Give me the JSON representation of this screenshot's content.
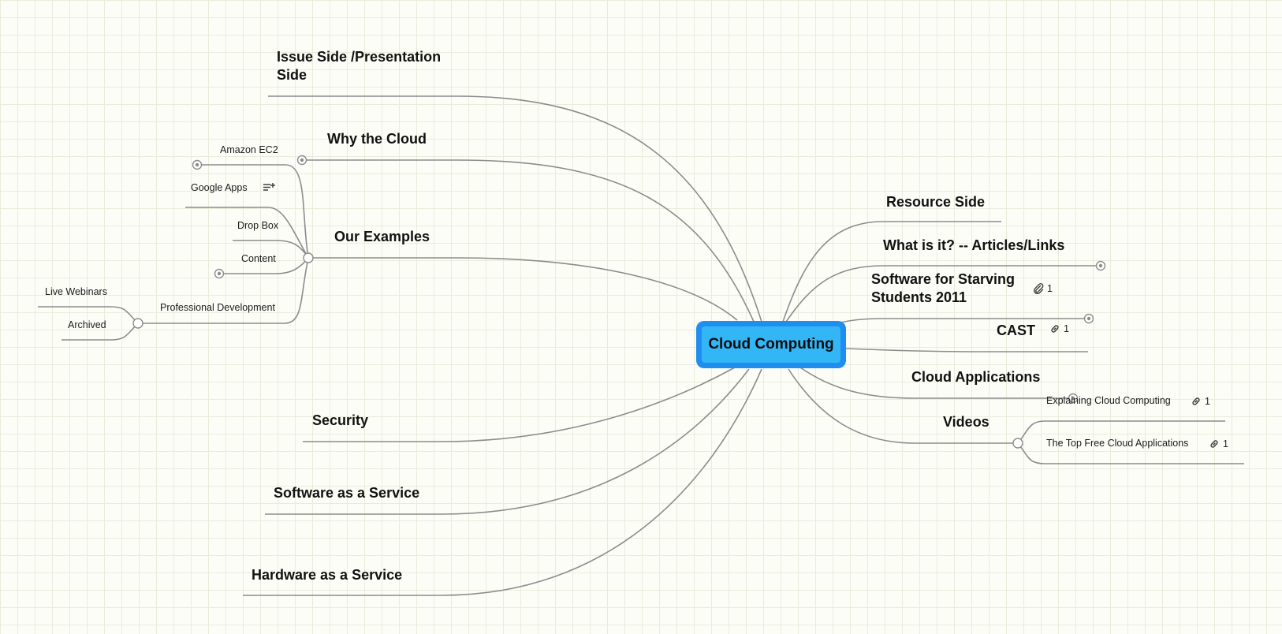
{
  "central_topic": "Cloud Computing",
  "left_topics": {
    "issue_side": "Issue Side /Presentation Side",
    "why_cloud": "Why the Cloud",
    "our_examples": {
      "label": "Our Examples",
      "children": {
        "amazon": "Amazon EC2",
        "google": "Google Apps",
        "dropbox": "Drop Box",
        "content": "Content",
        "prodev": {
          "label": "Professional Development",
          "children": {
            "webinars": "Live Webinars",
            "archived": "Archived"
          }
        }
      }
    },
    "security": "Security",
    "saas": "Software as a Service",
    "haas": "Hardware as a Service"
  },
  "right_topics": {
    "resource_side": "Resource Side",
    "what_is_it": "What is it? -- Articles/Links",
    "software_students": {
      "label": "Software for Starving Students 2011",
      "attachment_count": "1"
    },
    "cast": {
      "label": "CAST",
      "link_count": "1"
    },
    "cloud_apps": "Cloud Applications",
    "videos": {
      "label": "Videos",
      "children": {
        "explaining": {
          "label": "Explaining Cloud Computing",
          "link_count": "1"
        },
        "top_free": {
          "label": "The Top Free Cloud Applications",
          "link_count": "1"
        }
      }
    }
  },
  "icons": {
    "link": "link-icon",
    "attachment": "paperclip-icon",
    "note": "note-icon",
    "collapse": "collapse-dot-icon"
  },
  "colors": {
    "central_border": "#1f8ef0",
    "central_fill": "#33b6f6",
    "connector": "#8c8c8c",
    "grid": "#e9ecdc"
  }
}
